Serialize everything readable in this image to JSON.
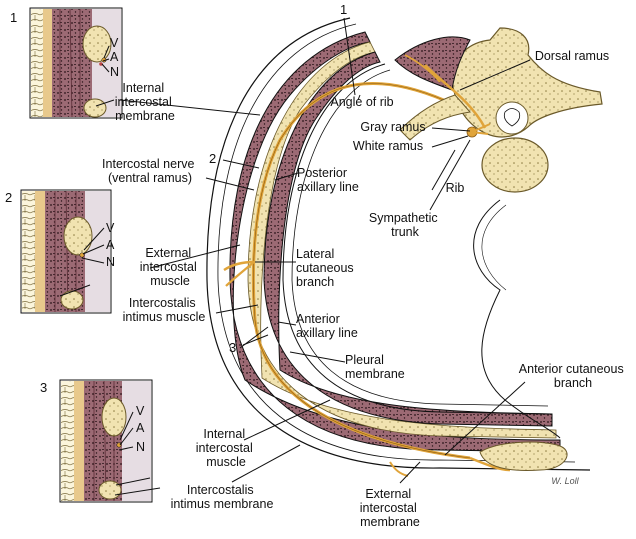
{
  "labels": {
    "section_1": "1",
    "section_2": "2",
    "section_3": "3",
    "inset1_v": "V",
    "inset1_a": "A",
    "inset1_n": "N",
    "inset2_v": "V",
    "inset2_a": "A",
    "inset2_n": "N",
    "inset3_v": "V",
    "inset3_a": "A",
    "inset3_n": "N",
    "internal_intercostal_membrane": [
      "Internal",
      "intercostal",
      "membrane"
    ],
    "intercostal_nerve": [
      "Intercostal nerve",
      "(ventral ramus)"
    ],
    "external_intercostal_muscle": [
      "External",
      "intercostal",
      "muscle"
    ],
    "intercostalis_intimus_muscle": [
      "Intercostalis",
      "intimus muscle"
    ],
    "internal_intercostal_muscle": [
      "Internal",
      "intercostal",
      "muscle"
    ],
    "intercostalis_intimus_membrane": [
      "Intercostalis",
      "intimus membrane"
    ],
    "angle_of_rib": "Angle of rib",
    "dorsal_ramus": "Dorsal ramus",
    "gray_ramus": "Gray ramus",
    "white_ramus": "White ramus",
    "rib": "Rib",
    "sympathetic_trunk": [
      "Sympathetic",
      "trunk"
    ],
    "posterior_axillary_line": [
      "Posterior",
      "axillary line"
    ],
    "lateral_cutaneous_branch": [
      "Lateral",
      "cutaneous",
      "branch"
    ],
    "anterior_axillary_line": [
      "Anterior",
      "axillary line"
    ],
    "pleural_membrane": [
      "Pleural",
      "membrane"
    ],
    "anterior_cutaneous_branch": [
      "Anterior cutaneous",
      "branch"
    ],
    "external_intercostal_membrane": [
      "External",
      "intercostal",
      "membrane"
    ],
    "signature": "W. Loll"
  },
  "colors": {
    "muscle": "#9c6a74",
    "muscle_dark": "#6e3f4b",
    "bone": "#f1e3b1",
    "bone_outline": "#6b5a2a",
    "nerve": "#e0a43a",
    "nerve_dark": "#b07410",
    "pleura": "#c9b9c2"
  }
}
